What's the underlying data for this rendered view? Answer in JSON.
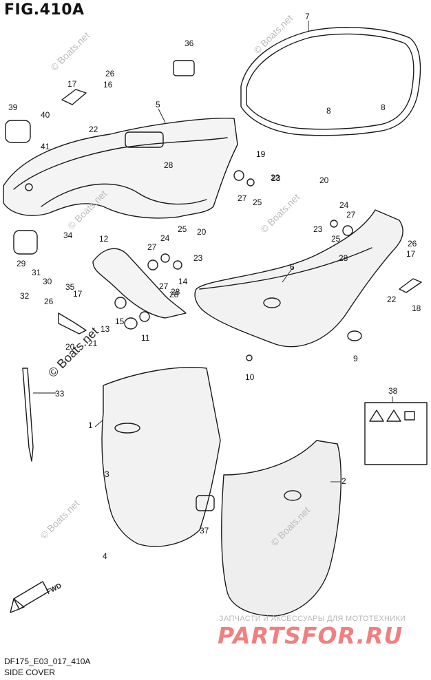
{
  "figure": {
    "title": "FIG.410A",
    "code": "DF175_E03_017_410A",
    "caption": "SIDE COVER"
  },
  "watermarks": [
    "© Boats.net",
    "© Boats.net",
    "© Boats.net",
    "© Boats.net",
    "© Boats.net",
    "© Boats.net"
  ],
  "watermark_main": "© Boats.net",
  "brand": {
    "tagline": "ЗАПЧАСТИ И АКСЕССУАРЫ ДЛЯ МОТОТЕХНИКИ",
    "name": "PARTSFOR.RU"
  },
  "fwd_label": "FWD",
  "colors": {
    "line": "#1a1a1a",
    "panel": "#eeeeee",
    "brand": "#f08080"
  },
  "callouts": [
    "1",
    "2",
    "3",
    "4",
    "5",
    "6",
    "7",
    "8",
    "8",
    "9",
    "10",
    "11",
    "12",
    "13",
    "14",
    "15",
    "16",
    "17",
    "17",
    "17",
    "18",
    "19",
    "20",
    "20",
    "20",
    "21",
    "22",
    "22",
    "22",
    "23",
    "23",
    "23",
    "24",
    "24",
    "25",
    "25",
    "25",
    "26",
    "26",
    "26",
    "27",
    "27",
    "27",
    "27",
    "28",
    "28",
    "28",
    "28",
    "29",
    "30",
    "31",
    "32",
    "33",
    "34",
    "35",
    "36",
    "37",
    "38",
    "39",
    "40",
    "41"
  ]
}
